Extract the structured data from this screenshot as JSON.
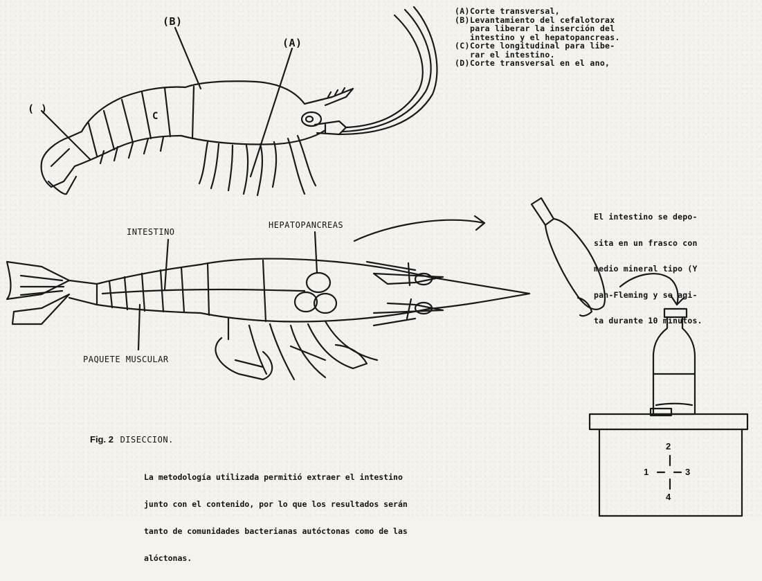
{
  "labels": {
    "label_b": "(B)",
    "label_a": "(A)",
    "label_d": "( )",
    "label_c": "C",
    "intestino": "INTESTINO",
    "hepatopancreas": "HEPATOPANCREAS",
    "paquete_muscular": "PAQUETE MUSCULAR"
  },
  "legend": [
    {
      "key": "(A)",
      "lines": [
        "Corte transversal,"
      ]
    },
    {
      "key": "(B)",
      "lines": [
        "Levantamiento del cefalotorax",
        "para liberar la inserción del",
        "intestino y el hepatopancreas."
      ]
    },
    {
      "key": "(C)",
      "lines": [
        "Corte longitudinal para libe-",
        "rar el intestino."
      ]
    },
    {
      "key": "(D)",
      "lines": [
        "Corte transversal en el ano,"
      ]
    }
  ],
  "note": {
    "lines": [
      "El intestino se depo-",
      "sita en un frasco con",
      "medio mineral tipo (Y",
      "pan-Fleming y se agi-",
      "ta durante 10 minutos."
    ]
  },
  "figure": {
    "number": "Fig. 2",
    "title": "DISECCION.",
    "caption_lines": [
      "La metodología utilizada permitió extraer el intestino",
      "junto con el contenido, por lo que los resultados serán",
      "tanto de comunidades bacterianas autóctonas como de las",
      "alóctonas."
    ]
  },
  "shaker_grid": {
    "top": "2",
    "left": "1",
    "right": "3",
    "bottom": "4"
  }
}
